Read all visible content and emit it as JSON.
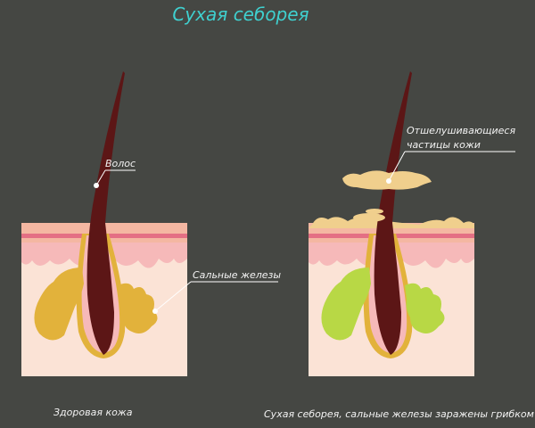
{
  "title": "Сухая себорея",
  "labels": {
    "hair": "Волос",
    "glands": "Сальные железы",
    "flakes_line1": "Отшелушивающиеся",
    "flakes_line2": "частицы кожи"
  },
  "captions": {
    "healthy": "Здоровая кожа",
    "seborrhea": "Сухая себорея, сальные железы заражены грибком"
  },
  "colors": {
    "background": "#454743",
    "title": "#3fd0cf",
    "skin": "#fbe3d6",
    "epidermis_top": "#f4b7a2",
    "epidermis_line": "#e46f84",
    "dermis_pink": "#f6b9b9",
    "hair": "#5c1616",
    "healthy_gland": "#e2b23b",
    "infected_gland": "#b8d845",
    "flakes": "#f0cf8d",
    "label_text": "#f2f2f2"
  }
}
